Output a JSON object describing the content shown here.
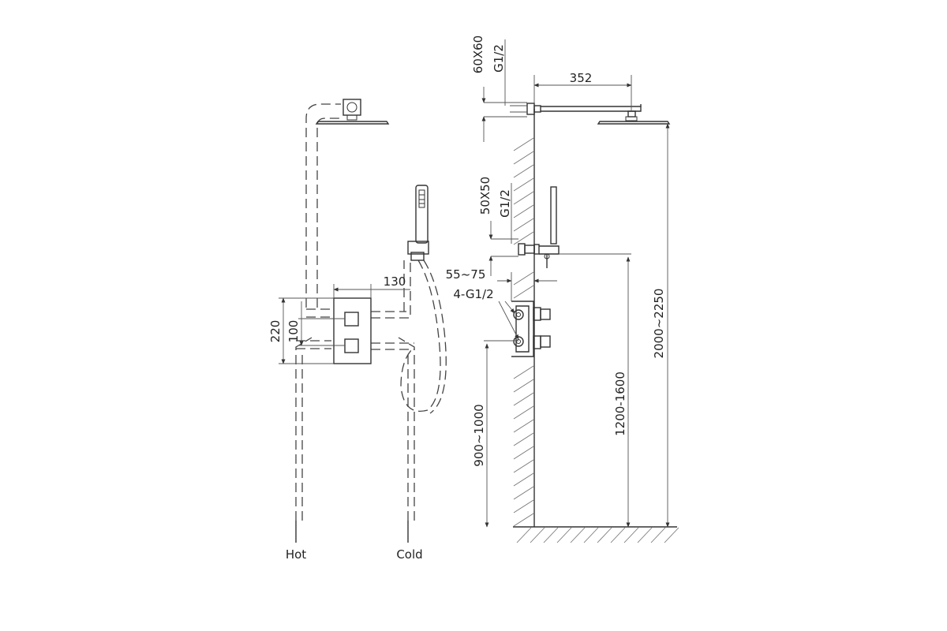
{
  "labels": {
    "hot": "Hot",
    "cold": "Cold"
  },
  "dimensions": {
    "valve_width": "130",
    "total_height": "220",
    "valve_spacing": "100",
    "arm_length": "352",
    "top_flange": "60X60",
    "top_thread": "G1/2",
    "mid_flange": "50X50",
    "mid_thread": "G1/2",
    "wall_depth": "55~75",
    "valve_ports": "4-G1/2",
    "valve_height": "900~1000",
    "handshower_height": "1200-1600",
    "head_height": "2000~2250"
  },
  "colors": {
    "line": "#333333",
    "hatch": "#777777",
    "text": "#222222"
  }
}
